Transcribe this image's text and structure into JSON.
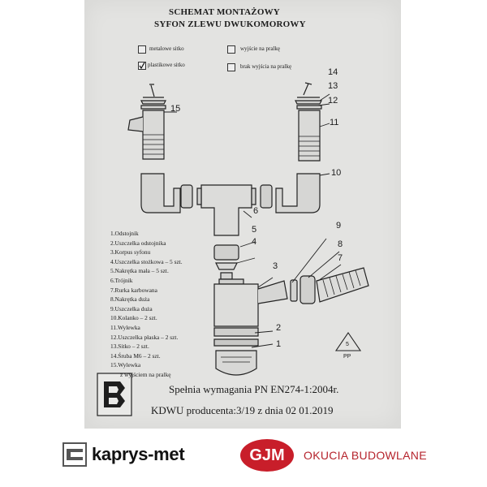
{
  "sheet": {
    "title_line1": "SCHEMAT MONTAŻOWY",
    "title_line2": "SYFON ZLEWU DWUKOMOROWY",
    "options": [
      {
        "label": "metalowe sitko",
        "checked": false
      },
      {
        "label": "wyjście na pralkę",
        "checked": false
      },
      {
        "label": "plastikowe sitko",
        "checked": true
      },
      {
        "label": "brak wyjścia na pralkę",
        "checked": false
      }
    ],
    "legend": [
      "1.Odstojnik",
      "2.Uszczelka odstojnika",
      "3.Korpus syfonu",
      "4.Uszczelka stożkowa – 5 szt.",
      "5.Nakrętka mała – 5 szt.",
      "6.Trójnik",
      "7.Rurka karbowana",
      "8.Nakrętka duża",
      "9.Uszczelka duża",
      "10.Kolanko – 2 szt.",
      "11.Wylewka",
      "12.Uszczelka płaska – 2 szt.",
      "13.Sitko – 2 szt.",
      "14.Śruba M6 – 2 szt.",
      "15.Wylewka",
      "z wyjściem na pralkę"
    ],
    "part_numbers": [
      "1",
      "2",
      "3",
      "4",
      "5",
      "6",
      "7",
      "8",
      "9",
      "10",
      "11",
      "12",
      "13",
      "14",
      "15"
    ],
    "norm": "Spełnia wymagania PN EN274-1:2004r.",
    "kdwu": "KDWU producenta:3/19 z dnia 02 01.2019",
    "recycle_label": "PP",
    "recycle_code": "5"
  },
  "footer": {
    "brand1": "kaprys-met",
    "brand2": "GJM",
    "brand2_sub": "OKUCIA BUDOWLANE",
    "brand2_color": "#c81e2a"
  }
}
